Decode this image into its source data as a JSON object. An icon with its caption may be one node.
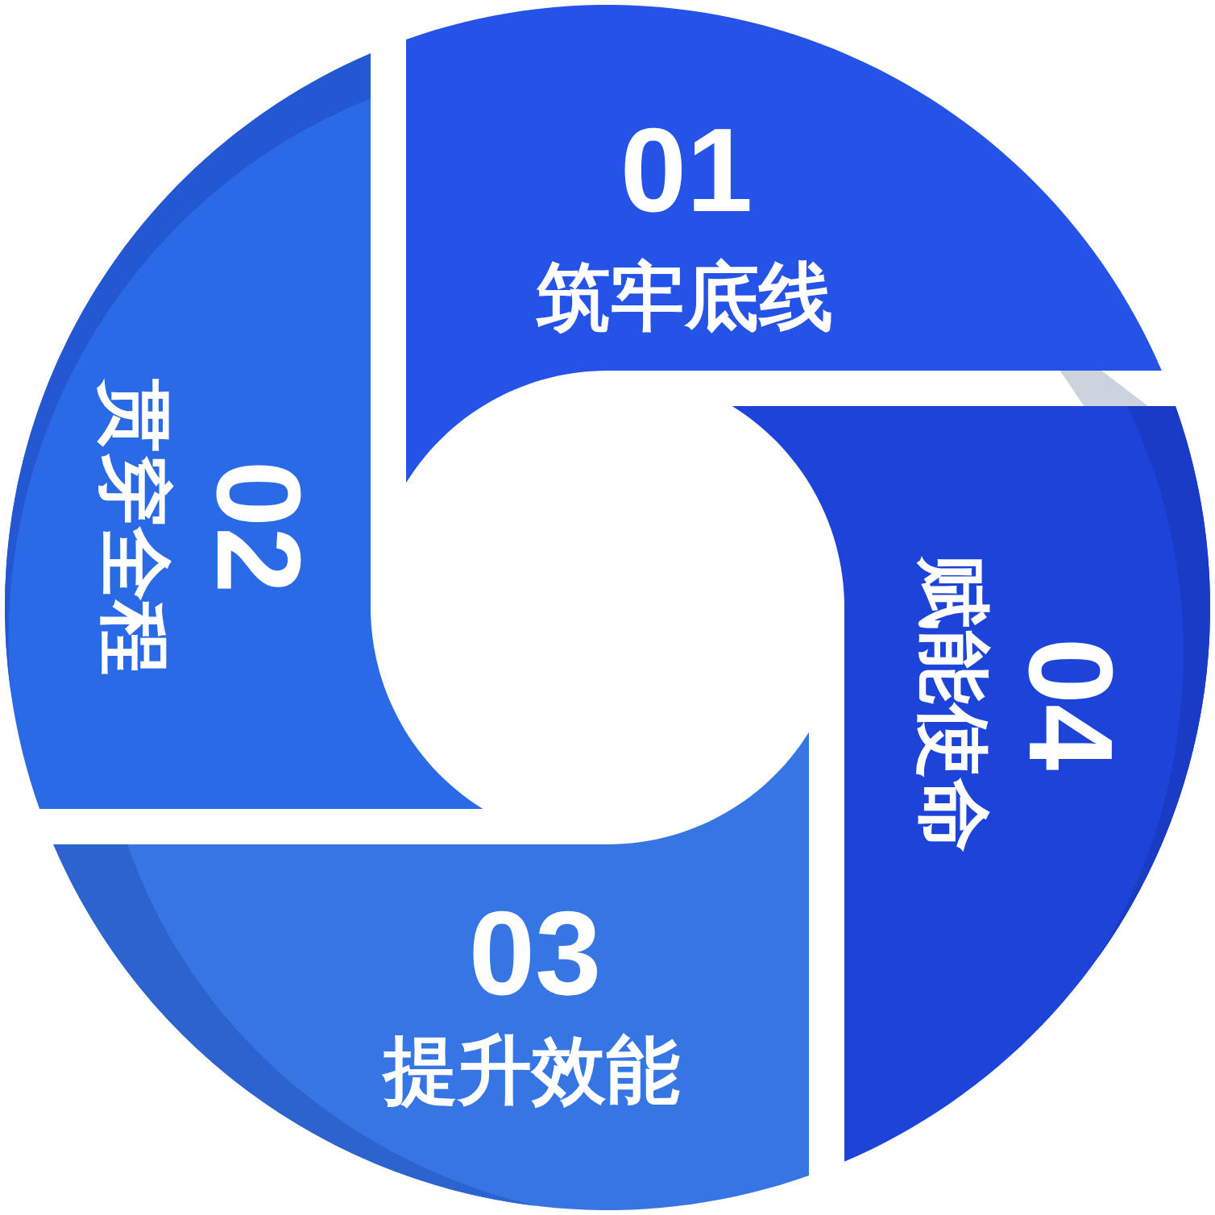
{
  "diagram": {
    "nodes": [
      {
        "text": [
          "01",
          "筑牢底线"
        ]
      },
      {
        "text": [
          "02",
          "贯穿全程"
        ]
      },
      {
        "text": [
          "03",
          "提升效能"
        ]
      },
      {
        "text": [
          "04",
          "赋能使命"
        ]
      }
    ]
  }
}
